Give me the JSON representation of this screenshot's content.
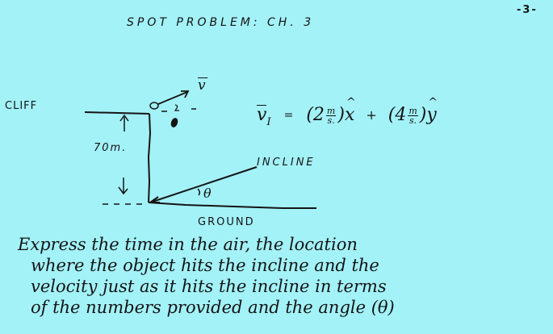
{
  "header": {
    "title": "SPOT PROBLEM: CH. 3",
    "page_number": "-3-"
  },
  "diagram": {
    "cliff_label": "CLIFF",
    "height_label": "70m.",
    "incline_label": "INCLINE",
    "ground_label": "GROUND",
    "angle_label": "θ",
    "velocity_label": "v",
    "colors": {
      "background": "#a3f2f8",
      "ink": "#141414"
    }
  },
  "equation": {
    "lhs": "v",
    "lhs_subscript": "I",
    "equals": "=",
    "x_component": {
      "value": "2",
      "unit_num": "m",
      "unit_den": "s.",
      "unit_vector": "x"
    },
    "plus": "+",
    "y_component": {
      "value": "4",
      "unit_num": "m",
      "unit_den": "s.",
      "unit_vector": "y"
    },
    "full_text": "v_I = (2 m/s.) x̂ + (4 m/s.) ŷ"
  },
  "prompt": {
    "lines": [
      "Express the time in the air, the location",
      "where the object hits the incline and the",
      "velocity just as it hits the incline in terms",
      "of the numbers provided and the angle (θ)"
    ]
  }
}
